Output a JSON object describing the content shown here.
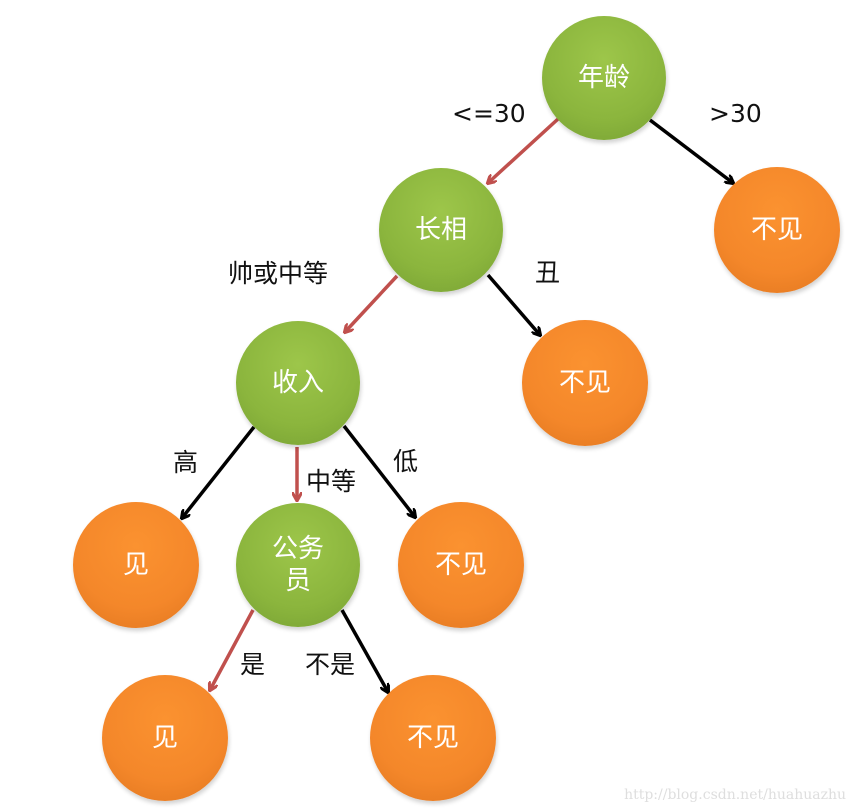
{
  "diagram": {
    "type": "decision-tree",
    "colors": {
      "decision_node": "#8bb53d",
      "leaf_node": "#f4872a",
      "chosen_edge": "#c0504d",
      "other_edge": "#000000"
    },
    "nodes": {
      "age": "年龄",
      "looks": "长相",
      "looks_reject": "不见",
      "age_reject": "不见",
      "income": "收入",
      "income_high": "见",
      "civil_servant_line1": "公务",
      "civil_servant_line2": "员",
      "income_low": "不见",
      "cs_yes": "见",
      "cs_no": "不见"
    },
    "edges": {
      "age_le30": "<=30",
      "age_gt30": ">30",
      "looks_good": "帅或中等",
      "looks_ugly": "丑",
      "income_high": "高",
      "income_mid": "中等",
      "income_low": "低",
      "cs_yes": "是",
      "cs_no": "不是"
    }
  },
  "watermark": "http://blog.csdn.net/huahuazhu"
}
